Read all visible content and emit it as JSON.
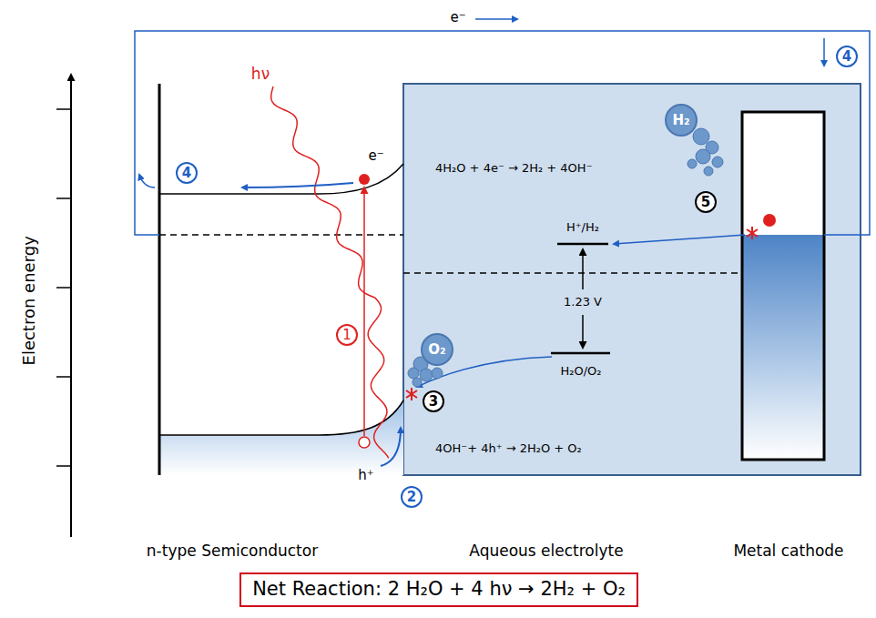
{
  "diagram": {
    "nodes": [
      {
        "text": [
          "4"
        ]
      },
      {
        "text": [
          "H₂"
        ]
      },
      {
        "text": [
          "4"
        ]
      },
      {
        "text": [
          "5"
        ]
      },
      {
        "text": [
          "1"
        ]
      },
      {
        "text": [
          "O₂"
        ]
      },
      {
        "text": [
          "3"
        ]
      },
      {
        "text": [
          "2"
        ]
      },
      {
        "text": [
          "Net Reaction:  2 H₂O + 4 hν → 2H₂ + O₂"
        ]
      }
    ],
    "labels": [
      "e⁻",
      "hν",
      "e⁻",
      "h⁺",
      "4H₂O + 4e⁻ → 2H₂ + 4OH⁻",
      "H⁺/H₂",
      "1.23 V",
      "H₂O/O₂",
      "4OH⁻+ 4h⁺ → 2H₂O + O₂",
      "Electron energy",
      "n-type Semiconductor",
      "Aqueous electrolyte",
      "Metal cathode"
    ]
  }
}
